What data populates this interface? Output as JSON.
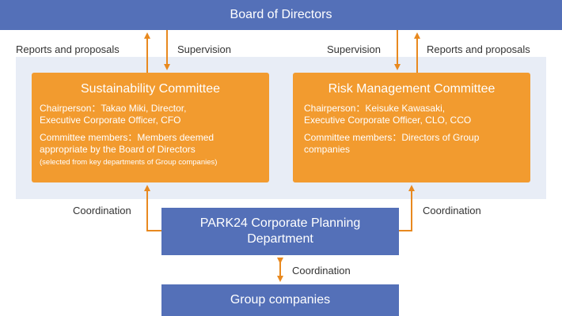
{
  "board": {
    "title": "Board of Directors"
  },
  "labels": {
    "reports_left": "Reports and proposals",
    "supervision_left": "Supervision",
    "supervision_right": "Supervision",
    "reports_right": "Reports and proposals",
    "coordination_left": "Coordination",
    "coordination_right": "Coordination",
    "coordination_bottom": "Coordination"
  },
  "sustainability": {
    "title": "Sustainability Committee",
    "chair_line1": "Chairperson：Takao Miki, Director,",
    "chair_line2": "Executive Corporate Officer, CFO",
    "members_line1": "Committee members：Members deemed",
    "members_line2": "appropriate by the Board of Directors",
    "members_note": "(selected from key departments of Group companies)"
  },
  "risk": {
    "title": "Risk Management Committee",
    "chair_line1": "Chairperson：Keisuke Kawasaki,",
    "chair_line2": "Executive Corporate Officer, CLO, CCO",
    "members_line1": "Committee members：Directors of Group",
    "members_line2": "companies"
  },
  "planning": {
    "line1": "PARK24 Corporate Planning",
    "line2": "Department"
  },
  "group": {
    "title": "Group companies"
  },
  "colors": {
    "blue_box": "#5470b8",
    "orange_box": "#f29b2f",
    "panel": "#e8edf6",
    "arrow": "#e8891f"
  }
}
